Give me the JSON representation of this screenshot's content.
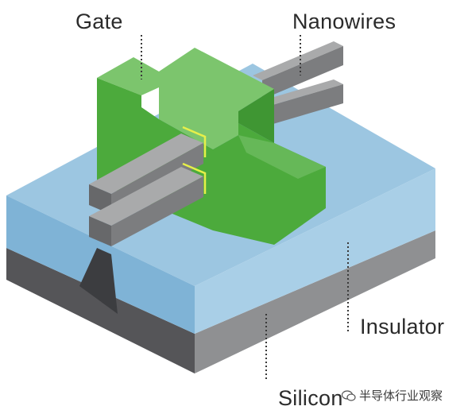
{
  "labels": {
    "gate": "Gate",
    "nanowires": "Nanowires",
    "insulator": "Insulator",
    "silicon": "Silicon"
  },
  "watermark": {
    "text": "半导体行业观察",
    "icon": "wechat-icon"
  },
  "colors": {
    "gate_top": "#7cc56d",
    "gate_front": "#4caa3c",
    "gate_side": "#3f9633",
    "insulator_top": "#9cc6e1",
    "insulator_front": "#7fb3d6",
    "insulator_side": "#a9cfe7",
    "silicon_front": "#555558",
    "silicon_side": "#8f9092",
    "wire_top": "#a9aaab",
    "wire_front": "#7c7d7f",
    "wire_end": "#67686a",
    "highlight": "#e6ef4a"
  }
}
